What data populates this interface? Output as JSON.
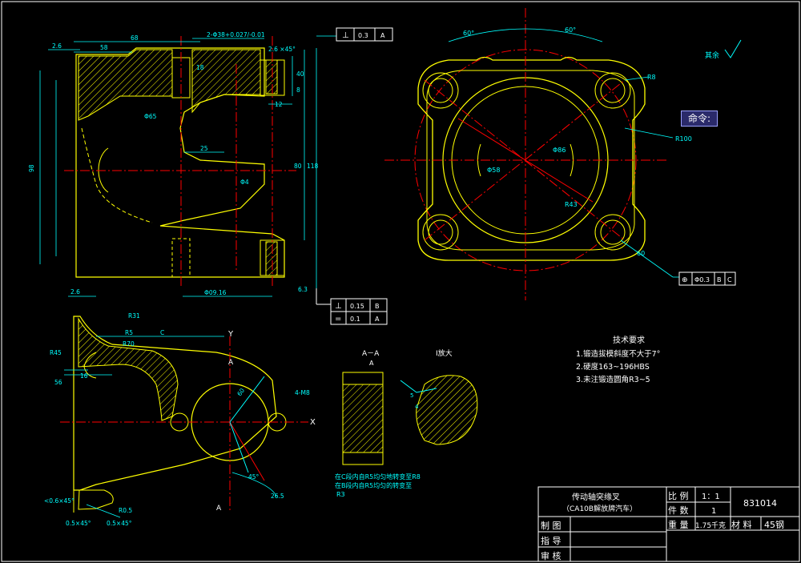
{
  "command_prompt": "命令:",
  "surface_note": "其余",
  "dims_top": {
    "d_2_6": "2.6",
    "d_58": "58",
    "d_68": "68",
    "d_holes": "2-Φ38+0.027/-0.01",
    "d_chamfer": "2.6 ×45°",
    "d_98": "98",
    "d_40": "40",
    "d_8": "8",
    "d_12": "12",
    "d_18": "18",
    "d_phi": "Φ65",
    "d_25": "25",
    "d_80": "80",
    "d_118": "118",
    "d_509": "Φ09.16",
    "d_6_3": "6.3",
    "d_ref": "Φ4"
  },
  "gdt_top": {
    "symbol": "⊥",
    "value": "0.3",
    "datum": "A"
  },
  "gdt_mid": [
    {
      "symbol": "⊥",
      "value": "0.15",
      "datum": "B"
    },
    {
      "symbol": "=",
      "value": "0.1",
      "datum": "A"
    }
  ],
  "gdt_right": {
    "symbol": "⊕",
    "value": "Φ0.3",
    "datum1": "B",
    "datum2": "C"
  },
  "right_view": {
    "angle1": "60°",
    "angle2": "60°",
    "r8": "R8",
    "r100": "R100",
    "phi86": "Φ86",
    "phi58": "Φ58",
    "r43": "R43",
    "d60": "60"
  },
  "bottom_view": {
    "r31": "R31",
    "r5": "R5",
    "r70": "R70",
    "r45": "R45",
    "c": "C",
    "d56": "56",
    "d16": "16",
    "y": "Y",
    "x": "X",
    "a1": "A",
    "a2": "A",
    "holes": "4-M8",
    "d60": "60",
    "d45": "45°",
    "d26": "26.5",
    "ch1": "0.5×45°",
    "ch2": "0.5×45°",
    "d06": "<0.6×45°",
    "r05": "R0.5"
  },
  "section": {
    "title": "A－A",
    "sub": "A"
  },
  "detail": {
    "title": "I放大",
    "d5": "5",
    "d4": "4"
  },
  "notes_small": [
    "在C段内自R5均匀地转变至R8",
    "在B段内自R5均匀的转变至",
    "R3"
  ],
  "tech": {
    "title": "技术要求",
    "items": [
      "1.锻造拔模斜度不大于7°",
      "2.硬度163~196HBS",
      "3.未注锻造圆角R3~5"
    ]
  },
  "title_block": {
    "part_name": "传动轴突缘叉",
    "part_sub": "（CA10B解放牌汽车）",
    "scale_label": "比 例",
    "scale_value": "1：1",
    "drawing_no": "831014",
    "qty_label": "件 数",
    "qty_value": "1",
    "weight_label": "重 量",
    "weight_value": "1.75千克",
    "material_label": "材 料",
    "material_value": "45钢",
    "drawn": "制 图",
    "guide": "指 导",
    "check": "审 核"
  },
  "colors": {
    "outline": "#ffff00",
    "dimension": "#00ffff",
    "center": "#ff0000",
    "frame": "#ffffff",
    "text": "#ffffff"
  }
}
